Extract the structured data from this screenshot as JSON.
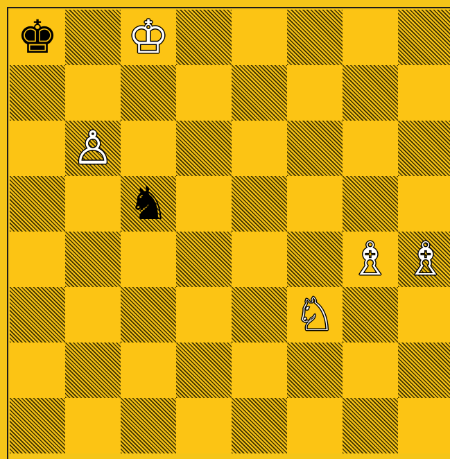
{
  "board": {
    "files": 8,
    "ranks": 8,
    "light_color": "#FCC414",
    "dark_color": "#F3BE14",
    "hatch_color": "#3a3000",
    "pieces": [
      {
        "square": "a8",
        "type": "king",
        "color": "black",
        "glyph": "♚",
        "name": "black-king-icon"
      },
      {
        "square": "c8",
        "type": "king",
        "color": "white",
        "glyph": "♔",
        "name": "white-king-icon"
      },
      {
        "square": "b6",
        "type": "pawn",
        "color": "white",
        "glyph": "♙",
        "name": "white-pawn-icon"
      },
      {
        "square": "c5",
        "type": "knight",
        "color": "black",
        "glyph": "♞",
        "name": "black-knight-icon"
      },
      {
        "square": "g4",
        "type": "bishop",
        "color": "white",
        "glyph": "♗",
        "name": "white-bishop-icon"
      },
      {
        "square": "h4",
        "type": "bishop",
        "color": "white",
        "glyph": "♗",
        "name": "white-bishop-icon"
      },
      {
        "square": "f3",
        "type": "knight",
        "color": "white",
        "glyph": "♘",
        "name": "white-knight-icon"
      }
    ]
  }
}
